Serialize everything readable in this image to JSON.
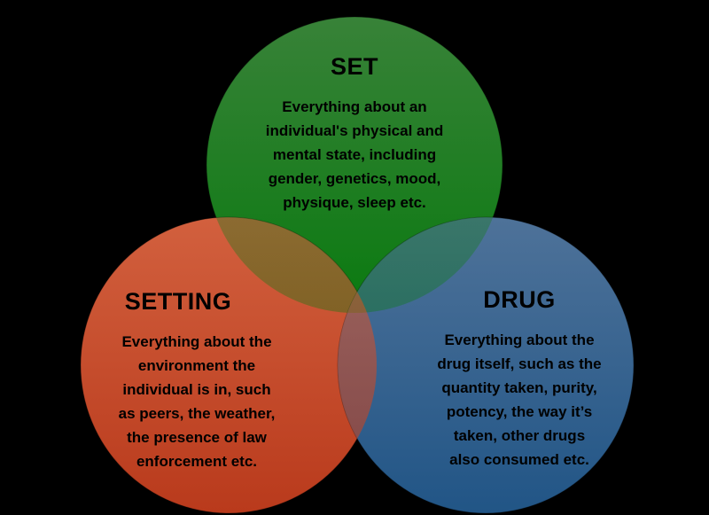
{
  "background_color": "#000000",
  "text_color": "#000000",
  "diagram_type": "venn-3-circle",
  "venn": {
    "set": {
      "title": "SET",
      "body": "Everything about an\nindividual's physical and\nmental state, including\ngender, genetics, mood,\nphysique, sleep etc.",
      "colors": {
        "top": "#388238",
        "bottom": "#0a7a10"
      }
    },
    "setting": {
      "title": "SETTING",
      "body": "Everything about the\nenvironment the\nindividual is in, such\nas peers, the weather,\nthe presence of law\nenforcement etc.",
      "colors": {
        "top": "#d2603e",
        "bottom": "#b93a1c"
      }
    },
    "drug": {
      "title": "DRUG",
      "body": "Everything about the\ndrug itself, such as the\nquantity taken, purity,\npotency, the way it’s\ntaken, other drugs\nalso consumed etc.",
      "colors": {
        "top": "#4e7299",
        "bottom": "#215586"
      }
    }
  }
}
